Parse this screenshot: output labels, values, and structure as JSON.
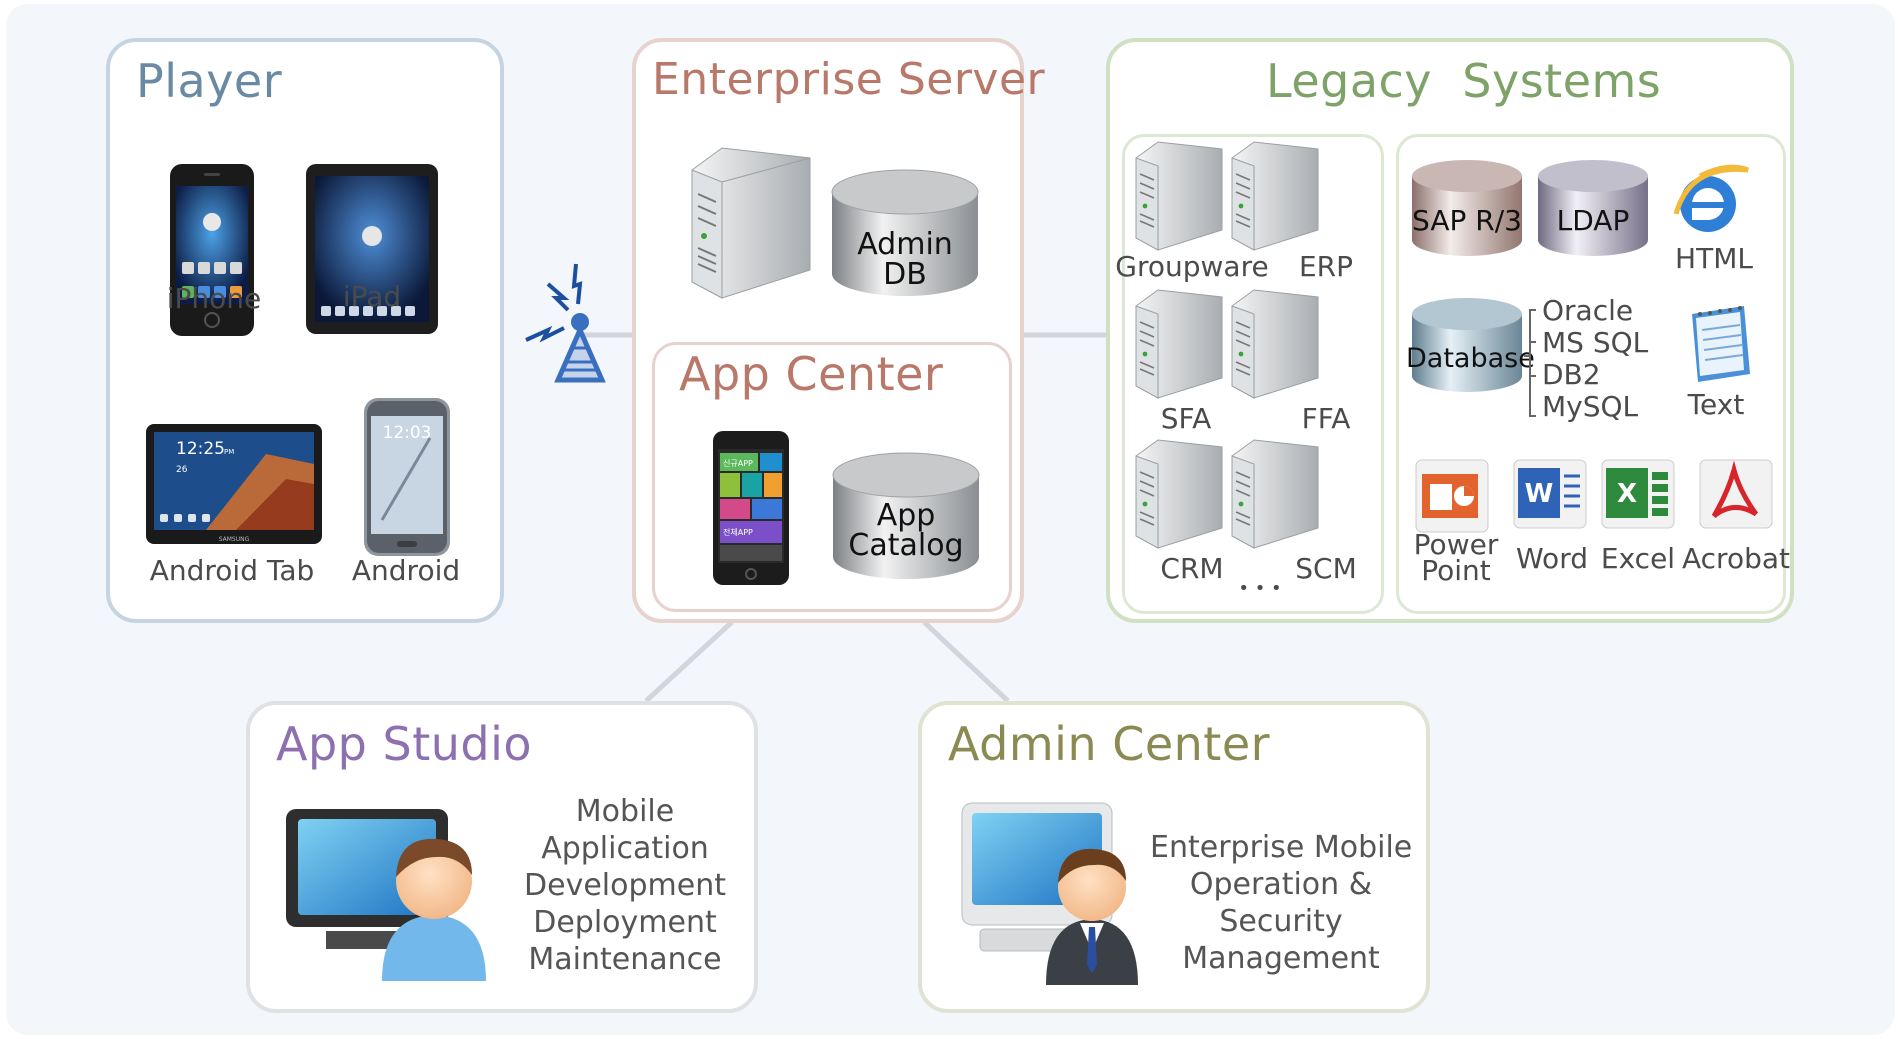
{
  "player": {
    "title": "Player",
    "devices": [
      "iPhone",
      "iPad",
      "Android Tab",
      "Android"
    ],
    "iphone_screen_time": "",
    "tab_time": "12:25",
    "tab_suffix": "PM",
    "tab_date": "26",
    "android_time": "12:03",
    "tab_brand": "SAMSUNG"
  },
  "enterprise_server": {
    "title": "Enterprise Server",
    "db_line1": "Admin",
    "db_line2": "DB"
  },
  "app_center": {
    "title": "App Center",
    "db_line1": "App",
    "db_line2": "Catalog",
    "phone_tiles": [
      "신규APP",
      "전체APP"
    ]
  },
  "legacy": {
    "title": "Legacy  Systems",
    "servers": [
      "Groupware",
      "ERP",
      "SFA",
      "FFA",
      "CRM",
      "SCM"
    ],
    "more": "• • •",
    "sap": "SAP R/3",
    "ldap": "LDAP",
    "html": "HTML",
    "database": "Database",
    "db_list": [
      "Oracle",
      "MS SQL",
      "DB2",
      "MySQL"
    ],
    "text": "Text",
    "office": [
      "Power",
      "Point",
      "Word",
      "Excel",
      "Acrobat"
    ]
  },
  "app_studio": {
    "title": "App Studio",
    "lines": [
      "Mobile",
      "Application",
      "Development",
      "Deployment",
      "Maintenance"
    ]
  },
  "admin_center": {
    "title": "Admin Center",
    "lines": [
      "Enterprise Mobile",
      "Operation &",
      "Security",
      "Management"
    ]
  },
  "colors": {
    "player": "#6a8aa3",
    "enterprise": "#b8786a",
    "appcenter": "#b8786a",
    "legacy": "#7ea267",
    "appstudio": "#8c70b0",
    "admincenter": "#8a8a52"
  }
}
